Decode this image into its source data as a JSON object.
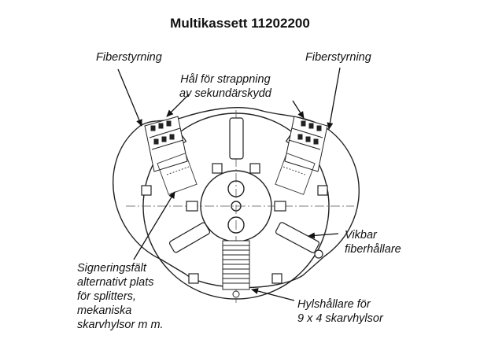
{
  "title": "Multikassett 11202200",
  "labels": {
    "fiber_guide_left": "Fiberstyrning",
    "fiber_guide_right": "Fiberstyrning",
    "strap_holes": [
      "Hål för strappning",
      "av sekundärskydd"
    ],
    "foldable_holder": [
      "Vikbar",
      "fiberhållare"
    ],
    "marking_area": [
      "Signeringsfält",
      "alternativt plats",
      "för splitters,",
      "mekaniska",
      "skarvhylsor m m."
    ],
    "sleeve_holder": [
      "Hylshållare för",
      "9 x 4 skarvhylsor"
    ]
  }
}
